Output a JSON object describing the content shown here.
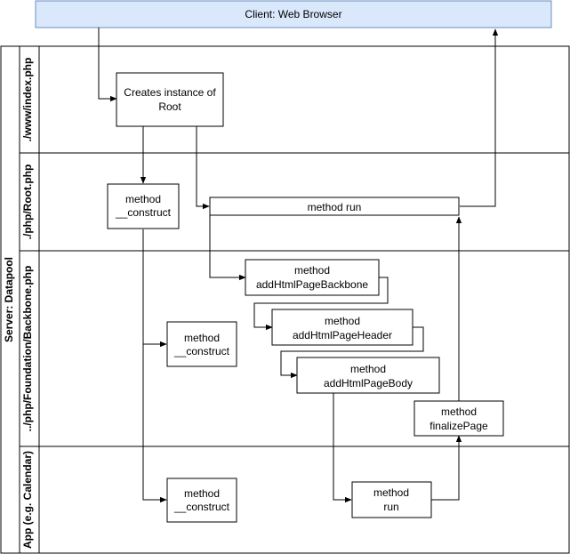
{
  "client": {
    "label": "Client: Web Browser"
  },
  "pool": {
    "label": "Server: Datapool"
  },
  "lanes": [
    {
      "label": "./www/index.php"
    },
    {
      "label": "./php/Root.php"
    },
    {
      "label": "../php/Foundation/Backbone.php"
    },
    {
      "label": "App (e.g. Calendar)"
    }
  ],
  "nodes": {
    "create_root": {
      "line1": "Creates instance of",
      "line2": "Root"
    },
    "root_construct": {
      "line1": "method",
      "line2": "__construct"
    },
    "root_run": {
      "line1": "method run"
    },
    "bb_backbone": {
      "line1": "method",
      "line2": "addHtmlPageBackbone"
    },
    "bb_header": {
      "line1": "method",
      "line2": "addHtmlPageHeader"
    },
    "bb_body": {
      "line1": "method",
      "line2": "addHtmlPageBody"
    },
    "bb_construct": {
      "line1": "method",
      "line2": "__construct"
    },
    "bb_finalize": {
      "line1": "method",
      "line2": "finalizePage"
    },
    "app_construct": {
      "line1": "method",
      "line2": "__construct"
    },
    "app_run": {
      "line1": "method",
      "line2": "run"
    }
  }
}
